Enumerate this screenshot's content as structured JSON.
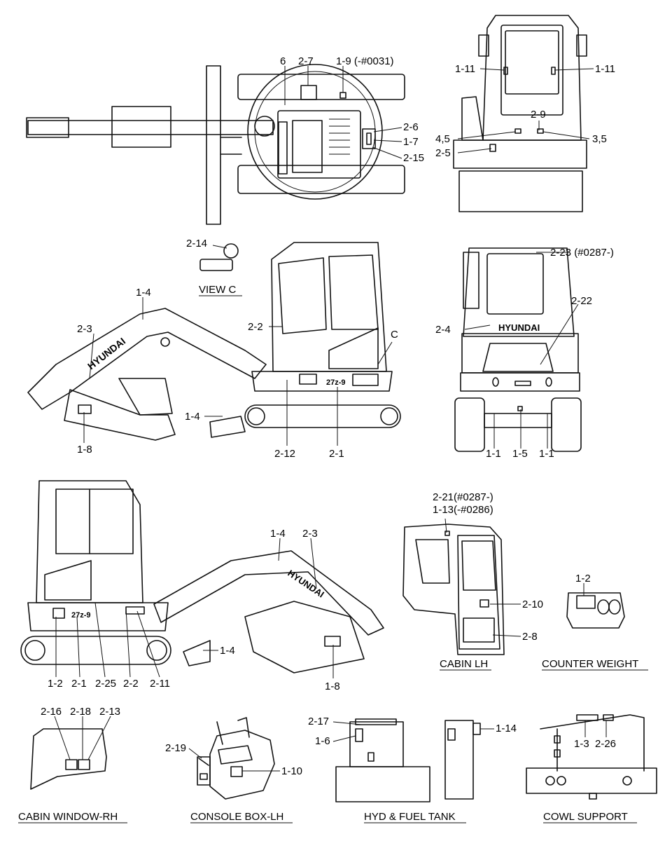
{
  "brand": "HYUNDAI",
  "model_badge": "27z-9",
  "labels": {
    "l_6": "6",
    "l_2_7": "2-7",
    "l_1_9": "1-9 (-#0031)",
    "l_2_6": "2-6",
    "l_1_7": "1-7",
    "l_2_15": "2-15",
    "l_1_11a": "1-11",
    "l_1_11b": "1-11",
    "l_2_9": "2-9",
    "l_4_5": "4,5",
    "l_3_5": "3,5",
    "l_2_5": "2-5",
    "l_2_14": "2-14",
    "l_2_2a": "2-2",
    "l_c": "C",
    "l_1_4a": "1-4",
    "l_2_3a": "2-3",
    "l_1_4b": "1-4",
    "l_1_8a": "1-8",
    "l_2_12": "2-12",
    "l_2_1a": "2-1",
    "l_2_23": "2-23 (#0287-)",
    "l_2_22": "2-22",
    "l_2_4": "2-4",
    "l_1_1a": "1-1",
    "l_1_5": "1-5",
    "l_1_1b": "1-1",
    "l_1_4c": "1-4",
    "l_2_3b": "2-3",
    "l_1_2a": "1-2",
    "l_2_1b": "2-1",
    "l_2_25": "2-25",
    "l_2_2b": "2-2",
    "l_2_11": "2-11",
    "l_1_4d": "1-4",
    "l_1_8b": "1-8",
    "l_2_21": "2-21(#0287-)",
    "l_1_13": "1-13(-#0286)",
    "l_2_10": "2-10",
    "l_2_8": "2-8",
    "l_1_2b": "1-2",
    "l_2_16": "2-16",
    "l_2_18": "2-18",
    "l_2_13": "2-13",
    "l_2_19": "2-19",
    "l_1_10": "1-10",
    "l_2_17": "2-17",
    "l_1_6": "1-6",
    "l_1_14": "1-14",
    "l_1_3": "1-3",
    "l_2_26": "2-26"
  },
  "captions": {
    "view_c": "VIEW C",
    "cabin_lh": "CABIN LH",
    "counter_weight": "COUNTER WEIGHT",
    "cabin_window_rh": "CABIN WINDOW-RH",
    "console_box_lh": "CONSOLE BOX-LH",
    "hyd_fuel_tank": "HYD & FUEL TANK",
    "cowl_support": "COWL SUPPORT"
  }
}
